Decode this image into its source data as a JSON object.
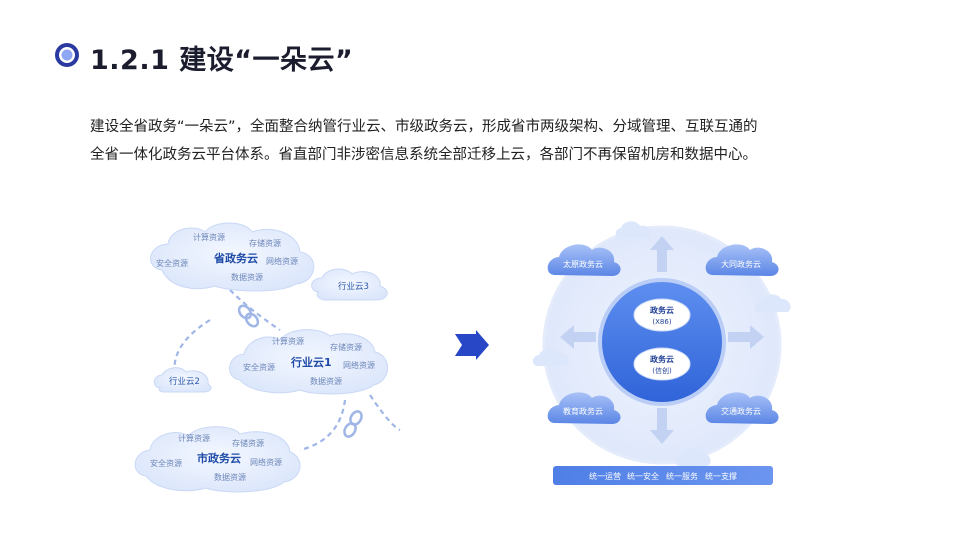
{
  "title": "1.2.1 建设“一朵云”",
  "paragraph": {
    "line1": "建设全省政务“一朵云”，全面整合纳管行业云、市级政务云，形成省市两级架构、分域管理、互联互通的",
    "line2": "全省一体化政务云平台体系。省直部门非涉密信息系统全部迁移上云，各部门不再保留机房和数据中心。"
  },
  "left_clouds": {
    "province": {
      "name": "省政务云",
      "compute": "计算资源",
      "storage": "存储资源",
      "security": "安全资源",
      "network": "网络资源",
      "data": "数据资源"
    },
    "industry1": {
      "name": "行业云1",
      "compute": "计算资源",
      "storage": "存储资源",
      "security": "安全资源",
      "network": "网络资源",
      "data": "数据资源"
    },
    "city": {
      "name": "市政务云",
      "compute": "计算资源",
      "storage": "存储资源",
      "security": "安全资源",
      "network": "网络资源",
      "data": "数据资源"
    },
    "industry2": "行业云2",
    "industry3": "行业云3"
  },
  "right_diagram": {
    "core_top": {
      "name": "政务云",
      "sub": "(X86)"
    },
    "core_bottom": {
      "name": "政务云",
      "sub": "(信创)"
    },
    "satellites": [
      "太原政务云",
      "大同政务云",
      "教育政务云",
      "交通政务云"
    ],
    "bar": [
      "统一运营",
      "统一安全",
      "统一服务",
      "统一支撑"
    ]
  }
}
